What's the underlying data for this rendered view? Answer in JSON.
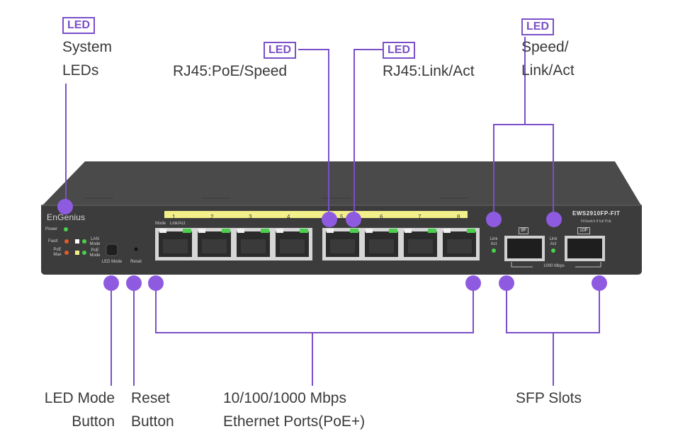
{
  "callouts": {
    "system_leds": {
      "badge": "LED",
      "line1": "System",
      "line2": "LEDs"
    },
    "rj45_poe_speed": {
      "badge": "LED",
      "line1": "RJ45:PoE/Speed"
    },
    "rj45_link_act": {
      "badge": "LED",
      "line1": "RJ45:Link/Act"
    },
    "speed_link_act": {
      "badge": "LED",
      "line1": "Speed/",
      "line2": "Link/Act"
    },
    "led_mode_button": {
      "line1": "LED Mode",
      "line2": "Button"
    },
    "reset_button": {
      "line1": "Reset",
      "line2": "Button"
    },
    "ethernet_ports": {
      "line1": "10/100/1000 Mbps",
      "line2": "Ethernet Ports(PoE+)"
    },
    "sfp_slots": {
      "line1": "SFP Slots"
    }
  },
  "device": {
    "brand": "EnGenius",
    "model": "EWS2910FP-FIT",
    "model_sub": "FitSwitch 8 full PoE",
    "power_label": "Power",
    "fault_label": "Fault",
    "poe_max_label": "PoE Max",
    "lan_mode_label": "LAN Mode",
    "poe_mode_label": "PoE Mode",
    "led_mode_label": "LED Mode",
    "reset_label": "Reset",
    "port_header_mode": "Mode",
    "port_header_link": "Link/Act",
    "port_numbers": [
      "1",
      "2",
      "3",
      "4",
      "5",
      "6",
      "7",
      "8"
    ],
    "sfp_left_label": "9F",
    "sfp_right_label": "10F",
    "sfp_speed": "1000 Mbps",
    "link_act_label": "Link Act"
  },
  "colors": {
    "accent": "#7b4fc9",
    "dot": "#8e5be0",
    "body": "#3f3f3f",
    "port_strip": "#f3ef8a",
    "led_green": "#4ccf4c"
  }
}
